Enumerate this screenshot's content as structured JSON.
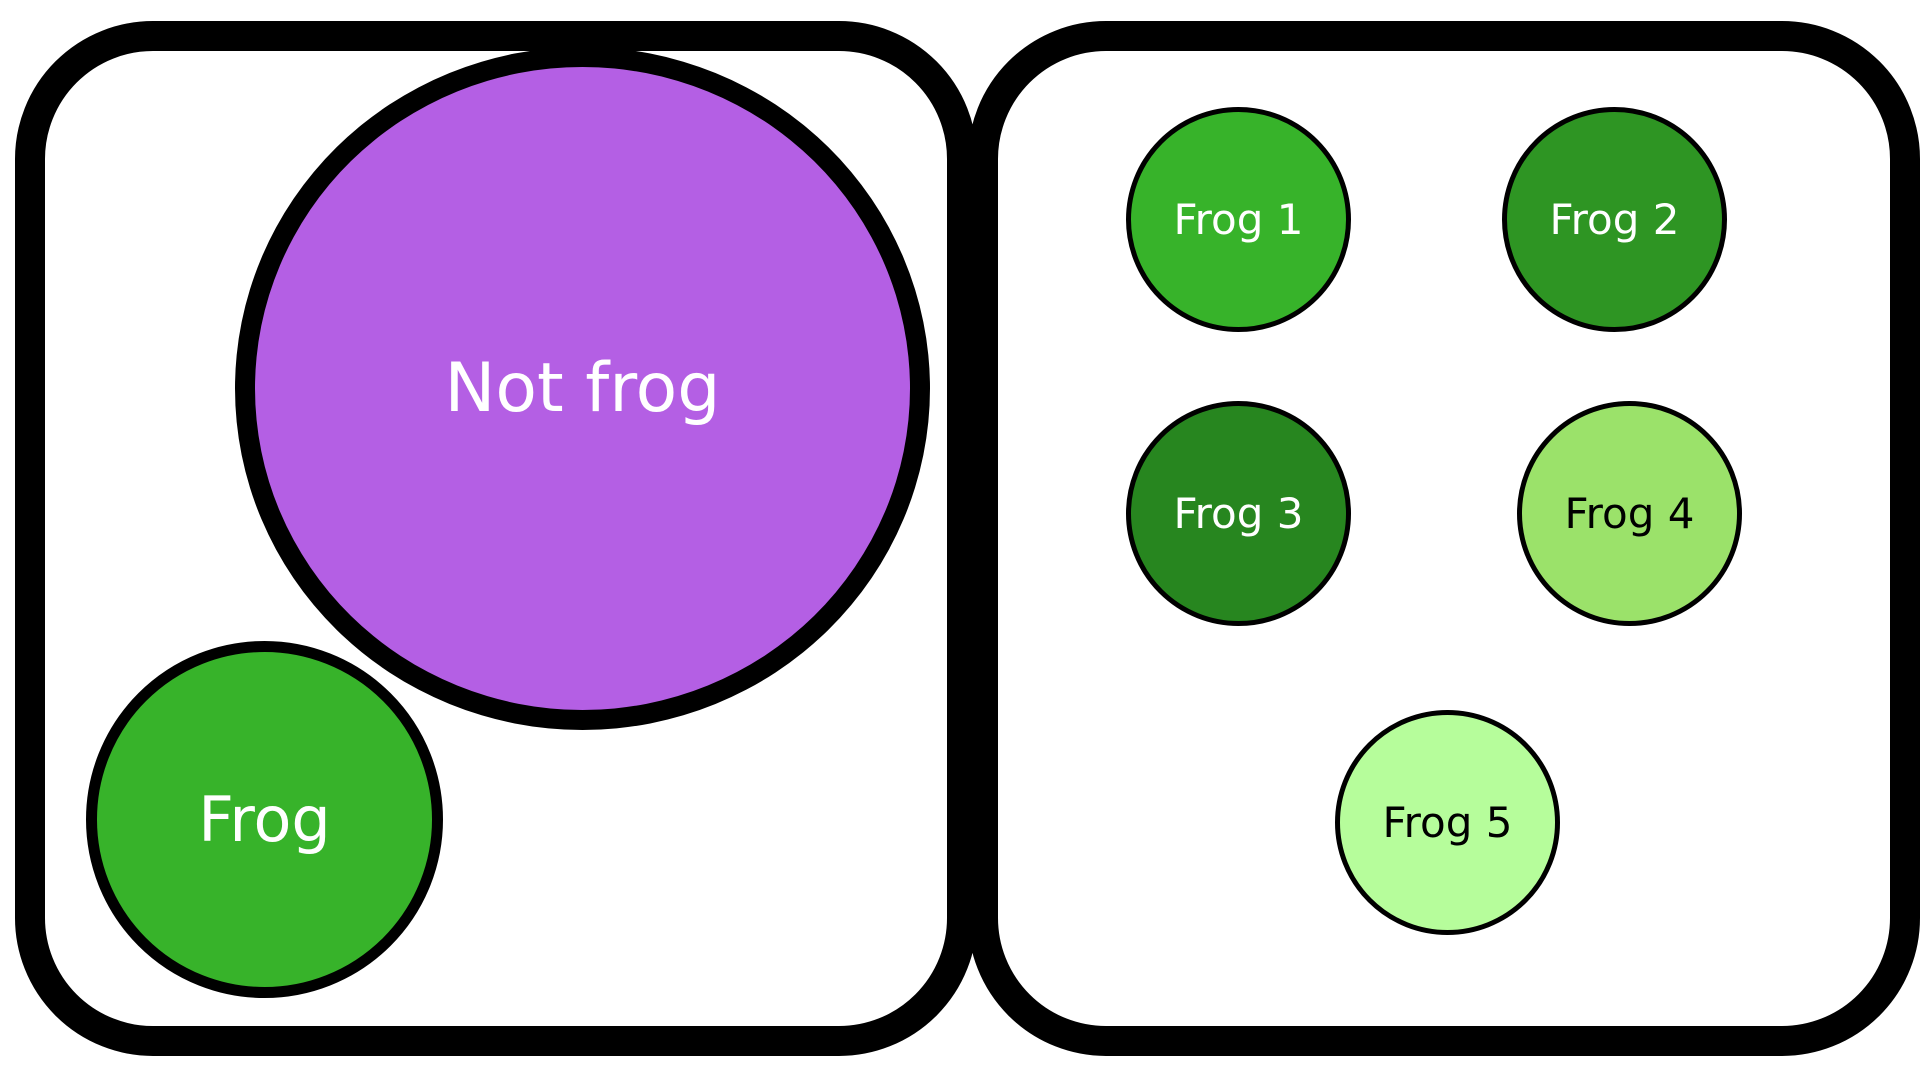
{
  "left_group": {
    "not_frog": {
      "label": "Not frog",
      "fill": "#b45fe4",
      "text_color": "#ffffff"
    },
    "frog": {
      "label": "Frog",
      "fill": "#37b32a",
      "text_color": "#ffffff"
    }
  },
  "right_group": {
    "items": [
      {
        "label": "Frog 1",
        "fill": "#37b32a",
        "text_color": "#ffffff"
      },
      {
        "label": "Frog 2",
        "fill": "#2e9523",
        "text_color": "#ffffff"
      },
      {
        "label": "Frog 3",
        "fill": "#27861f",
        "text_color": "#ffffff"
      },
      {
        "label": "Frog 4",
        "fill": "#9be26a",
        "text_color": "#000000"
      },
      {
        "label": "Frog 5",
        "fill": "#b6fd9b",
        "text_color": "#000000"
      }
    ]
  }
}
